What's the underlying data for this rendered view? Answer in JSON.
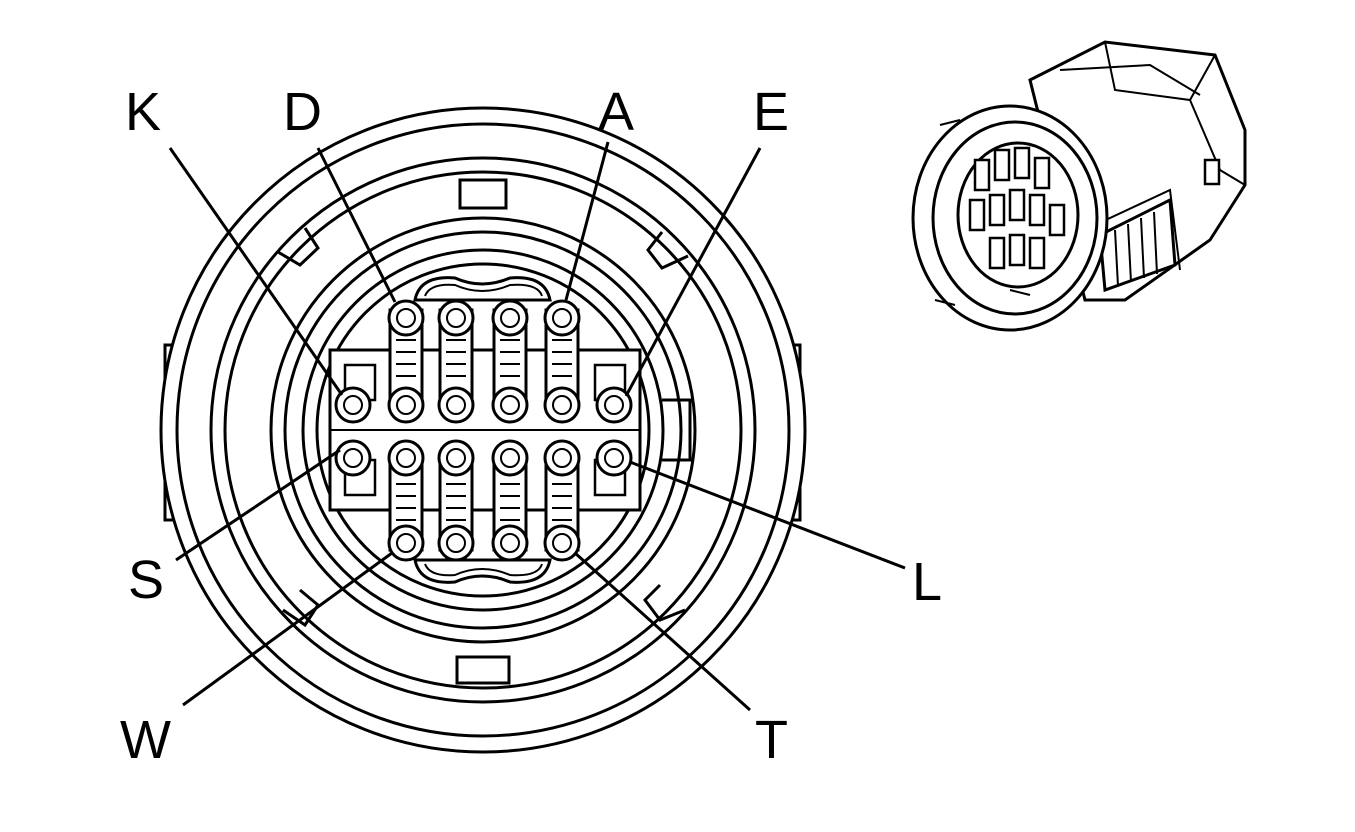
{
  "labels": {
    "K": "K",
    "D": "D",
    "A": "A",
    "E": "E",
    "S": "S",
    "L": "L",
    "W": "W",
    "T": "T"
  },
  "colors": {
    "line": "#000000",
    "background": "#ffffff"
  }
}
